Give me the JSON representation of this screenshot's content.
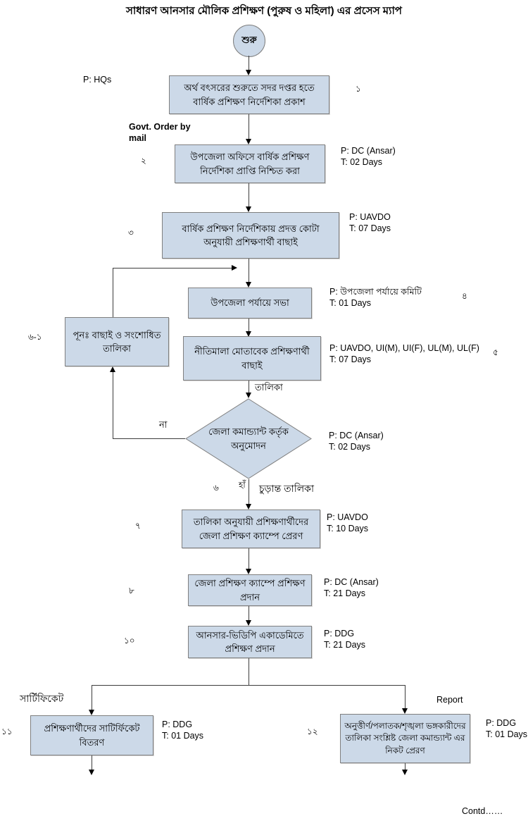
{
  "title": "সাধারণ আনসার মৌলিক প্রশিক্ষণ (পুরুষ ও মহিলা) এর প্রসেস ম্যাপ",
  "colors": {
    "box_fill": "#ccd9e8",
    "box_border": "#7f7f7f",
    "arrow": "#000000"
  },
  "start": {
    "label": "শুরু"
  },
  "nodes": {
    "step1": {
      "text": "অর্থ বৎসরের শুরুতে সদর দপ্তর হতে বার্ষিক প্রশিক্ষণ নির্দেশিকা প্রকাশ",
      "num": "১"
    },
    "step2": {
      "text": "উপজেলা অফিসে বার্ষিক প্রশিক্ষণ নির্দেশিকা প্রাপ্তি নিশ্চিত করা",
      "num": "২"
    },
    "step3": {
      "text": "বার্ষিক প্রশিক্ষণ নির্দেশিকায় প্রদত্ত কোটা অনুযায়ী প্রশিক্ষণার্থী বাছাই",
      "num": "৩"
    },
    "step4": {
      "text": "উপজেলা পর্যায়ে সভা",
      "num": "৪"
    },
    "step5": {
      "text": "নীতিমালা মোতাবেক প্রশিক্ষণার্থী বাছাই",
      "num": "৫"
    },
    "revise": {
      "text": "পূনঃ  বাছাই ও সংশোধিত তালিকা",
      "num": "৬-১"
    },
    "decision": {
      "text": "জেলা কমান্ড্যান্ট কর্তৃক অনুমোদন",
      "num": "৬"
    },
    "step7": {
      "text": "তালিকা অনুযায়ী প্রশিক্ষণার্থীদের জেলা প্রশিক্ষণ ক্যাম্পে প্রেরণ",
      "num": "৭"
    },
    "step8": {
      "text": "জেলা প্রশিক্ষণ ক্যাম্পে প্রশিক্ষণ প্রদান",
      "num": "৮"
    },
    "step10": {
      "text": "আনসার-ভিডিপি একাডেমিতে প্রশিক্ষণ প্রদান",
      "num": "১০"
    },
    "step11": {
      "text": "প্রশিক্ষণার্থীদের  সাটির্ফিকেট বিতরণ",
      "num": "১১"
    },
    "step12": {
      "text": "অনুত্তীর্ণ/পলাতক/শৃঙ্খলা ভঙ্গকারীদের তালিকা সংশ্লিষ্ট  জেলা কমান্ড্যান্ট এর নিকট প্রেরণ",
      "num": "১২"
    }
  },
  "annotations": {
    "a1": {
      "p": "P: HQs"
    },
    "a2": {
      "p": "P: DC (Ansar)",
      "t": "T: 02 Days"
    },
    "a3": {
      "p": "P: UAVDO",
      "t": "T: 07 Days"
    },
    "a4": {
      "p": "P: উপজেলা পর্যায়ে কমিটি",
      "t": "T: 01 Days"
    },
    "a5": {
      "p": "P: UAVDO, UI(M), UI(F), UL(M), UL(F)",
      "t": "T: 07 Days"
    },
    "ad": {
      "p": "P: DC (Ansar)",
      "t": "T: 02 Days"
    },
    "a7": {
      "p": "P: UAVDO",
      "t": "T: 10 Days"
    },
    "a8": {
      "p": "P: DC (Ansar)",
      "t": "T: 21 Days"
    },
    "a10": {
      "p": "P: DDG",
      "t": "T: 21 Days"
    },
    "a11": {
      "p": "P: DDG",
      "t": "T: 01 Days"
    },
    "a12": {
      "p": "P: DDG",
      "t": "T: 01 Days"
    }
  },
  "labels": {
    "govt_order": "Govt. Order by mail",
    "talika": "তালিকা",
    "no": "না",
    "yes": "হাঁ",
    "final_list": "চুড়ান্ত তালিকা",
    "certificate": "সার্টিফিকেট",
    "report": "Report",
    "contd": "Contd……"
  }
}
